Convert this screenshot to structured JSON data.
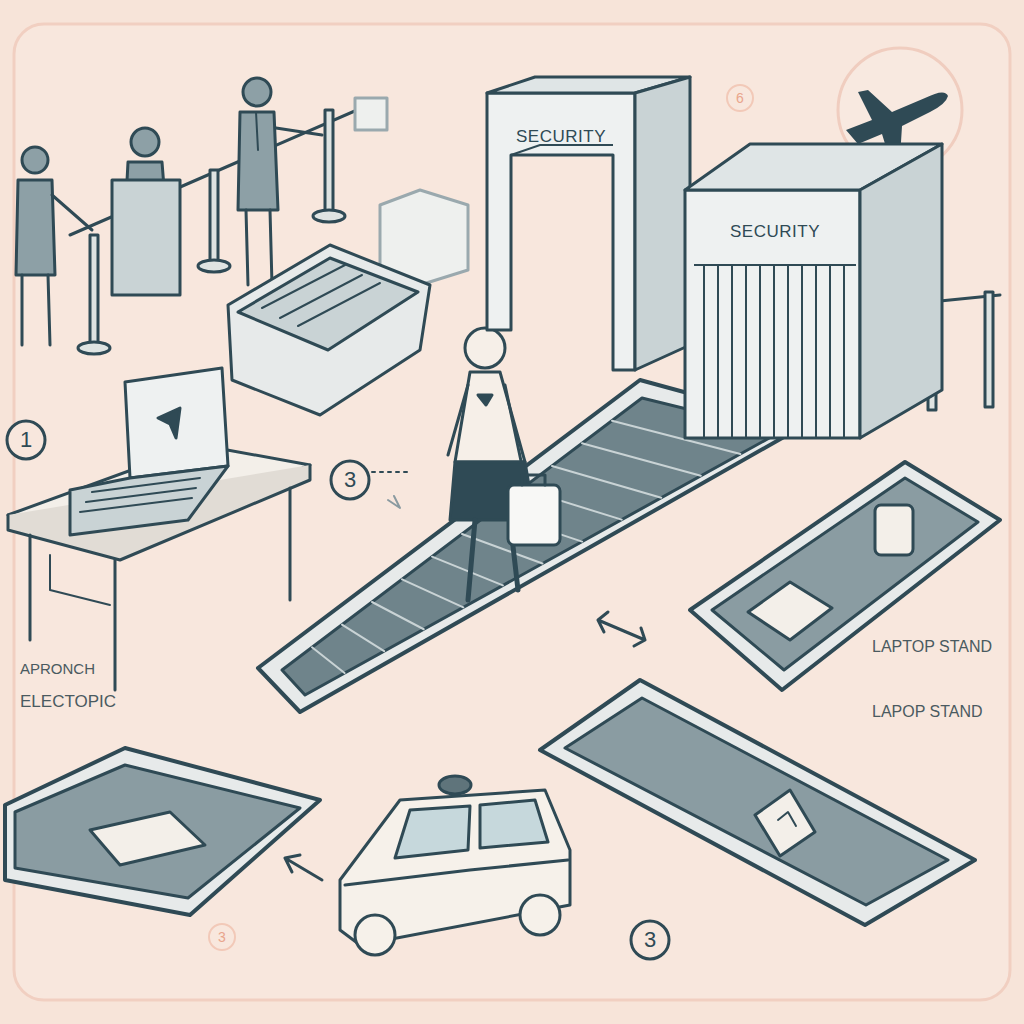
{
  "diagram": {
    "nodes": [
      {
        "text": [
          "SECURITY"
        ]
      },
      {
        "text": [
          "SECURITY"
        ]
      }
    ],
    "labels": [
      "6",
      "1",
      "3",
      "APRONCH",
      "ELECTOPIC",
      "LAPTOP STAND",
      "LAPOP STAND",
      "3",
      "3"
    ]
  }
}
